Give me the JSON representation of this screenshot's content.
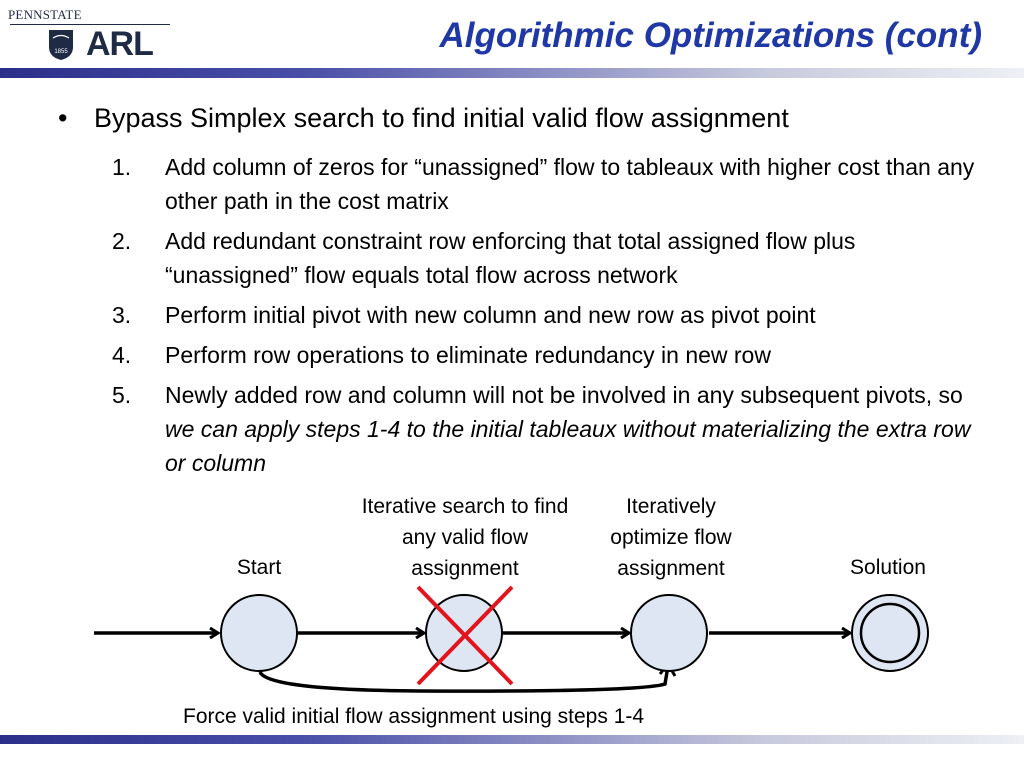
{
  "header": {
    "logo": {
      "top_text": "PENNSTATE",
      "main_text": "ARL",
      "shield_text": "1855"
    },
    "title": "Algorithmic Optimizations (cont)"
  },
  "content": {
    "bullet_marker": "•",
    "bullet": "Bypass Simplex search to find initial valid flow assignment",
    "steps": [
      {
        "num": "1.",
        "text": "Add column of zeros for “unassigned” flow to tableaux with higher cost than any other path in the cost matrix"
      },
      {
        "num": "2.",
        "text": "Add redundant constraint row enforcing that total assigned flow plus “unassigned” flow equals total flow across network"
      },
      {
        "num": "3.",
        "text": "Perform initial pivot with new column and new row as pivot point"
      },
      {
        "num": "4.",
        "text": "Perform row operations to eliminate redundancy in new row"
      },
      {
        "num": "5.",
        "text_plain": "Newly added row and column will not be involved in any subsequent pivots, so ",
        "text_italic": "we can apply steps 1-4 to the initial tableaux without materializing the extra row or column"
      }
    ]
  },
  "diagram": {
    "nodes": [
      {
        "label": "Start"
      },
      {
        "label": "Iterative search to find any valid flow assignment",
        "crossed_out": true
      },
      {
        "label": "Iteratively optimize flow assignment"
      },
      {
        "label": "Solution",
        "final_state": true
      }
    ],
    "bypass_caption": "Force valid initial flow assignment using steps 1-4",
    "colors": {
      "node_fill": "#dde6f2",
      "cross": "#e3141b",
      "stroke": "#000000"
    }
  }
}
